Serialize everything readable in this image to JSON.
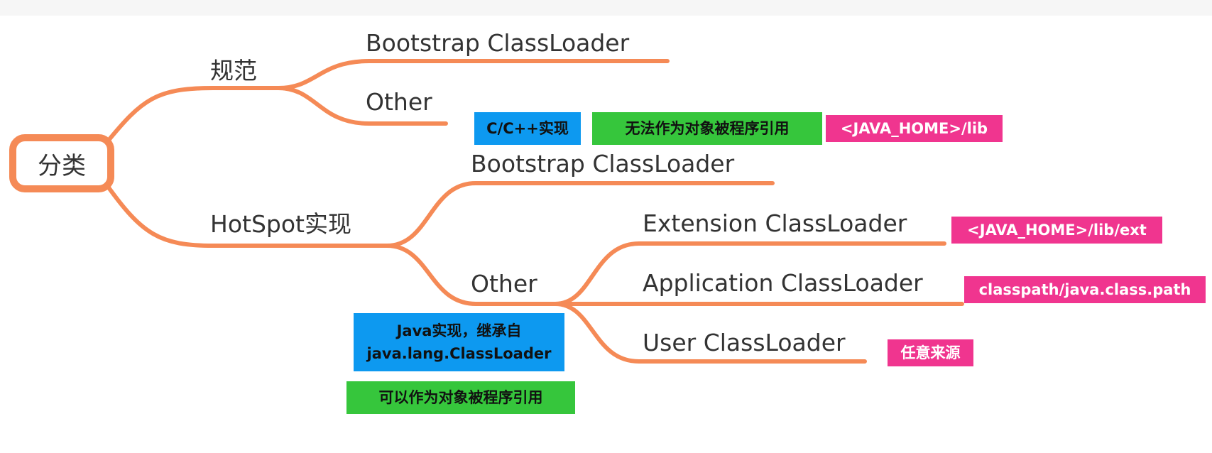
{
  "root": {
    "label": "分类"
  },
  "spec": {
    "label": "规范",
    "children": [
      "Bootstrap ClassLoader",
      "Other"
    ]
  },
  "hotspot": {
    "label": "HotSpot实现",
    "bootstrap": "Bootstrap ClassLoader",
    "other": "Other",
    "other_children": [
      "Extension ClassLoader",
      "Application ClassLoader",
      "User ClassLoader"
    ]
  },
  "tags": {
    "cpp_impl": "C/C++实现",
    "not_referenceable": "无法作为对象被程序引用",
    "java_home_lib": "<JAVA_HOME>/lib",
    "java_home_lib_ext": "<JAVA_HOME>/lib/ext",
    "classpath": "classpath/java.class.path",
    "any_source": "任意来源",
    "java_impl_line1": "Java实现，继承自",
    "java_impl_line2": "java.lang.ClassLoader",
    "referenceable": "可以作为对象被程序引用"
  },
  "colors": {
    "branch": "#f58a56",
    "blue_tag": "#0d99f0",
    "green_tag": "#36c63c",
    "pink_tag": "#f0358f"
  }
}
